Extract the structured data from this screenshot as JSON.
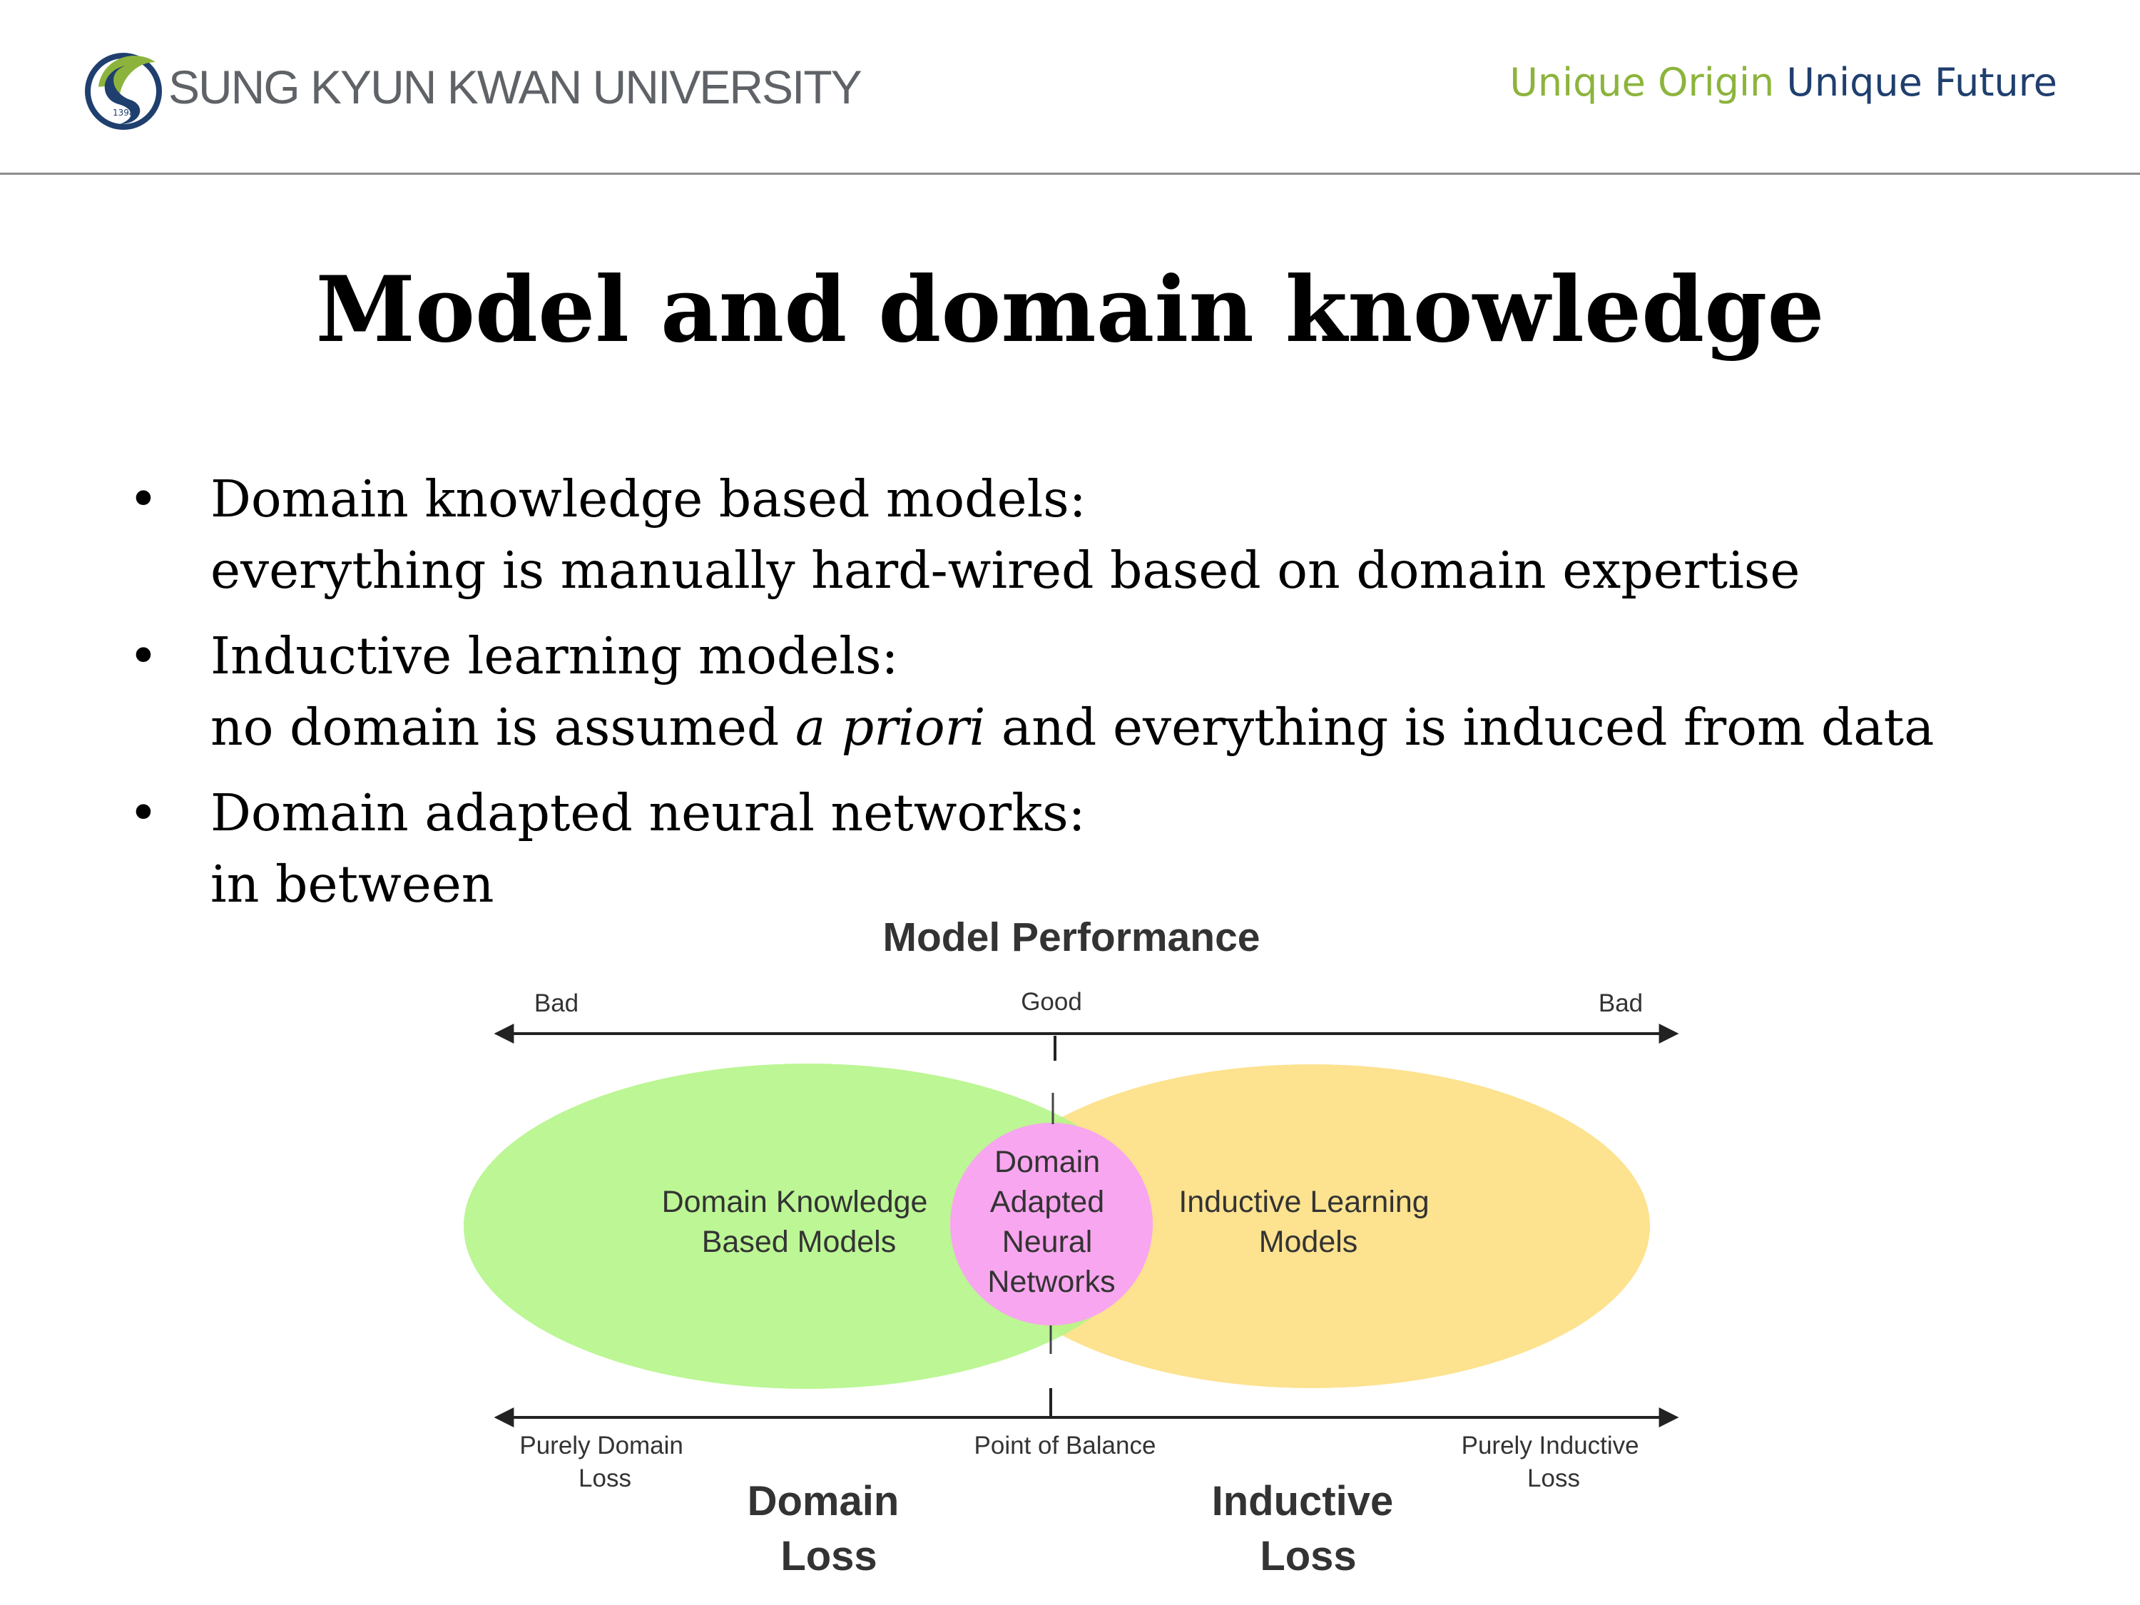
{
  "header": {
    "logo_text": "SUNG KYUN KWAN UNIVERSITY",
    "logo_year": "1398",
    "slogan_part1": "Unique Origin",
    "slogan_part2": "Unique Future"
  },
  "title": "Model and domain knowledge",
  "bullets": [
    {
      "head": "Domain knowledge based models:",
      "body": "everything is manually hard-wired based on domain expertise"
    },
    {
      "head": "Inductive learning models:",
      "body_pre": "no domain is assumed ",
      "body_em": "a priori",
      "body_post": " and everything is induced from data"
    },
    {
      "head": "Domain adapted neural networks:",
      "body": "in between"
    }
  ],
  "diagram": {
    "title": "Model Performance",
    "top_axis": {
      "left": "Bad",
      "center": "Good",
      "right": "Bad"
    },
    "left_ellipse_label": [
      "Domain Knowledge",
      "Based Models"
    ],
    "right_ellipse_label": [
      "Inductive Learning",
      "Models"
    ],
    "center_label": [
      "Domain",
      "Adapted",
      "Neural",
      "Networks"
    ],
    "bottom_axis": {
      "left": [
        "Purely Domain",
        "Loss"
      ],
      "center": "Point of Balance",
      "right": [
        "Purely Inductive",
        "Loss"
      ]
    },
    "loss_left": [
      "Domain",
      "Loss"
    ],
    "loss_right": [
      "Inductive",
      "Loss"
    ],
    "colors": {
      "green": "#b5f58a",
      "orange": "#fde28f",
      "pink": "#f8a6ef",
      "text": "#333333"
    }
  }
}
